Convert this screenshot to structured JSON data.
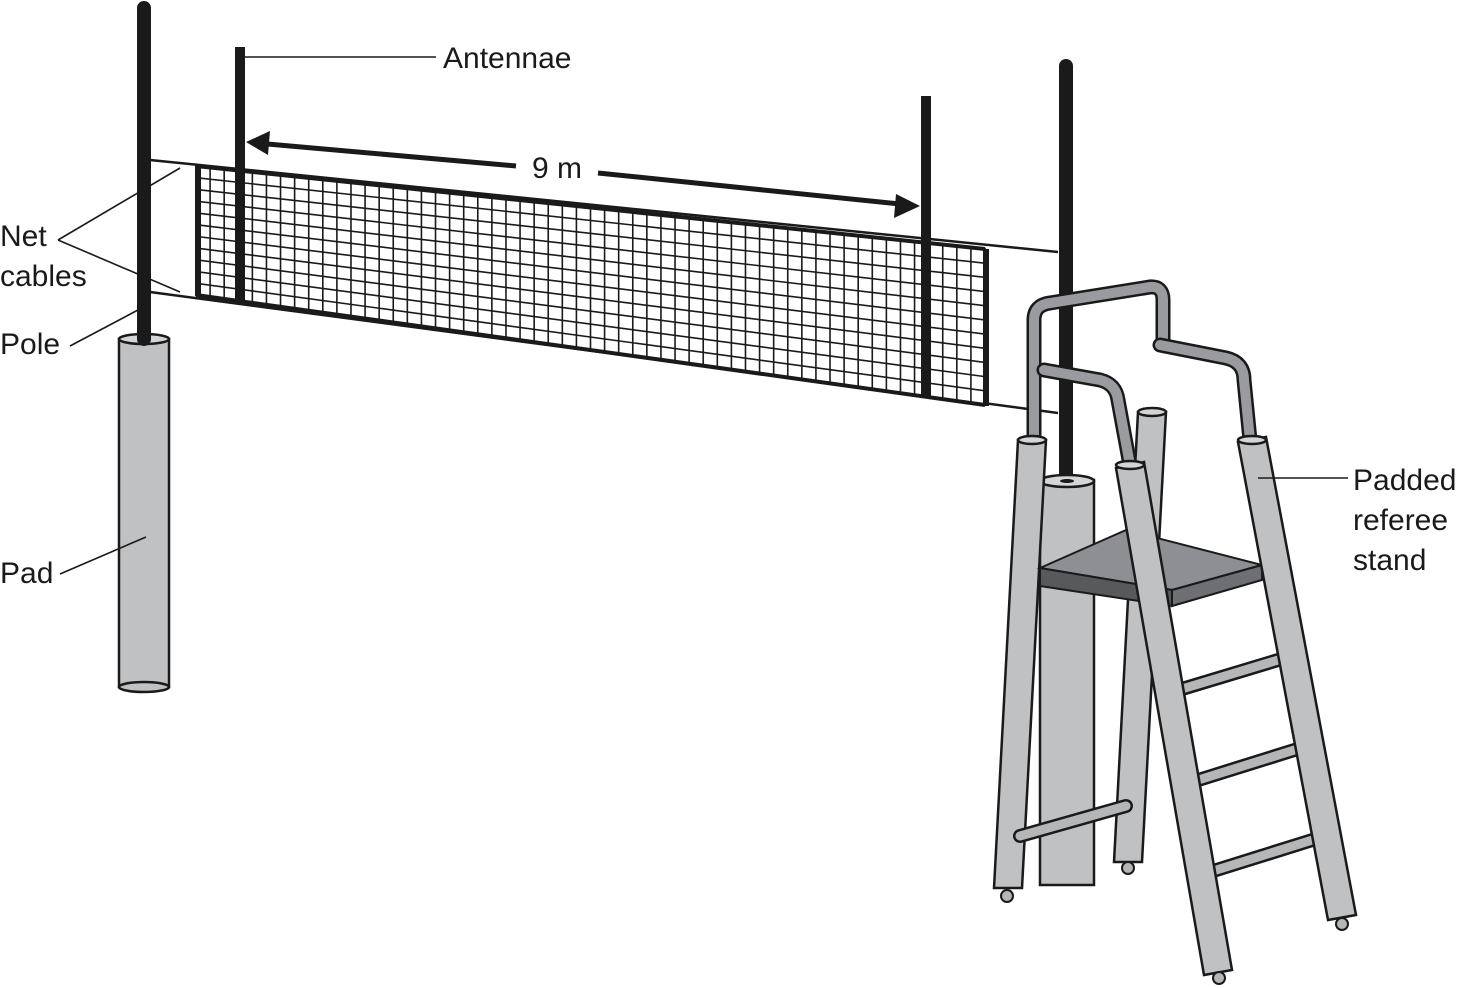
{
  "labels": {
    "antennae": "Antennae",
    "distance": "9 m",
    "net_cables_line1": "Net",
    "net_cables_line2": "cables",
    "pole": "Pole",
    "pad": "Pad",
    "referee_line1": "Padded",
    "referee_line2": "referee",
    "referee_line3": "stand"
  },
  "colors": {
    "ink": "#1a1a1a",
    "pad_gray": "#c0c1c3",
    "platform_gray": "#8e8f92"
  }
}
